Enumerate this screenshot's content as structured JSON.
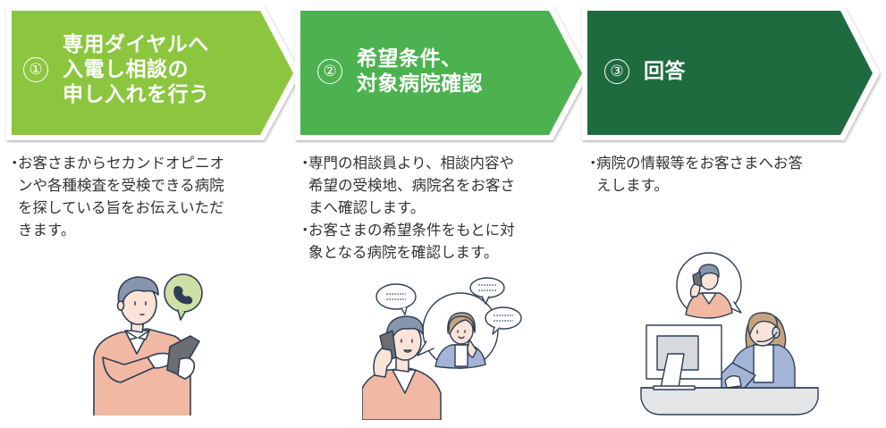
{
  "colors": {
    "step1": "#8cc63f",
    "step2": "#4bb24f",
    "step3": "#1f6b40",
    "skin": "#f2c2ad",
    "sweater": "#f1b8a3",
    "hair_man": "#8796ad",
    "hair_woman": "#c6a47f",
    "cardigan": "#a3b4d6",
    "bubble_green": "#cfe0a6",
    "line": "#2e3f55"
  },
  "steps": [
    {
      "number": "①",
      "title": "専用ダイヤルへ\n入電し相談の\n申し入れを行う",
      "bullets": [
        "お客さまからセカンドオピニオ\nンや各種検査を受検できる病院\nを探している旨をお伝えいただ\nきます。"
      ],
      "illustration": "man-with-smartphone-calling"
    },
    {
      "number": "②",
      "title": "希望条件、\n対象病院確認",
      "bullets": [
        "専門の相談員より、相談内容や\n希望の受検地、病院名をお客さ\nまへ確認します。",
        "お客さまの希望条件をもとに対\n象となる病院を確認します。"
      ],
      "illustration": "man-on-phone-with-operator"
    },
    {
      "number": "③",
      "title": "回答",
      "bullets": [
        "病院の情報等をお客さまへお答\nえします。"
      ],
      "illustration": "operator-at-computer-answering"
    }
  ],
  "bullet_mark": "・"
}
